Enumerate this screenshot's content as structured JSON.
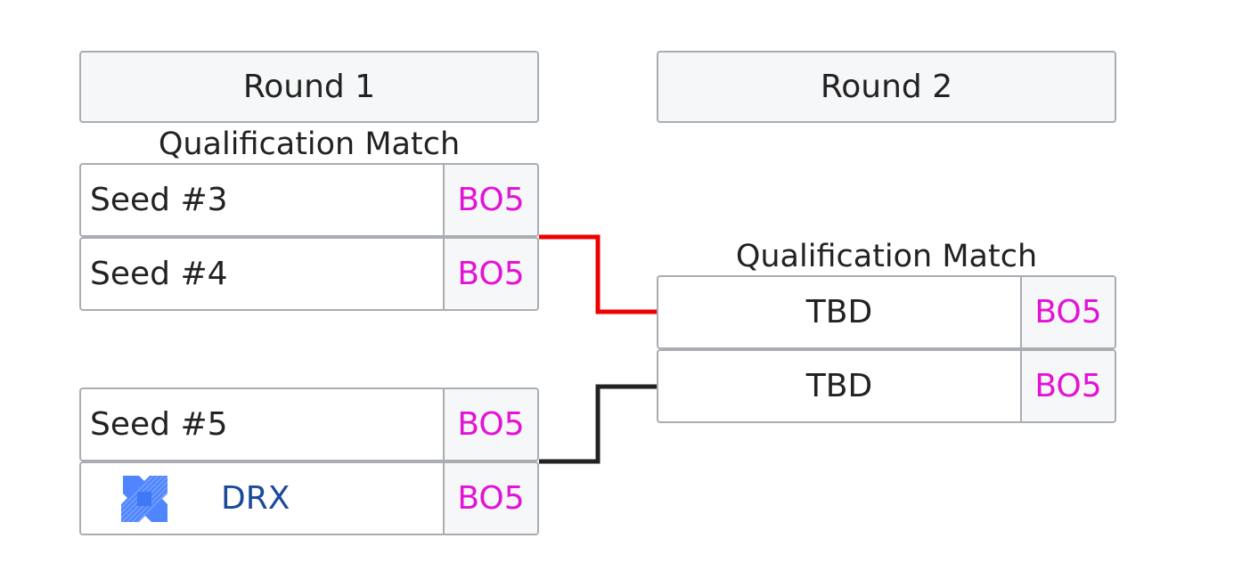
{
  "rounds": [
    {
      "label": "Round 1",
      "matches": [
        {
          "title": "Qualification Match",
          "slots": [
            {
              "team": "Seed #3",
              "score": "BO5"
            },
            {
              "team": "Seed #4",
              "score": "BO5"
            }
          ]
        },
        {
          "title": "",
          "slots": [
            {
              "team": "Seed #5",
              "score": "BO5"
            },
            {
              "team": "DRX",
              "score": "BO5",
              "logo": "drx-logo-icon"
            }
          ]
        }
      ]
    },
    {
      "label": "Round 2",
      "matches": [
        {
          "title": "Qualification Match",
          "slots": [
            {
              "team": "TBD",
              "score": "BO5"
            },
            {
              "team": "TBD",
              "score": "BO5"
            }
          ]
        }
      ]
    }
  ],
  "colors": {
    "score_text": "#e313d6",
    "team_link": "#1a4a99",
    "connector_highlight": "#ee0000",
    "connector_default": "#222222",
    "logo_blue": "#4f86ff"
  }
}
